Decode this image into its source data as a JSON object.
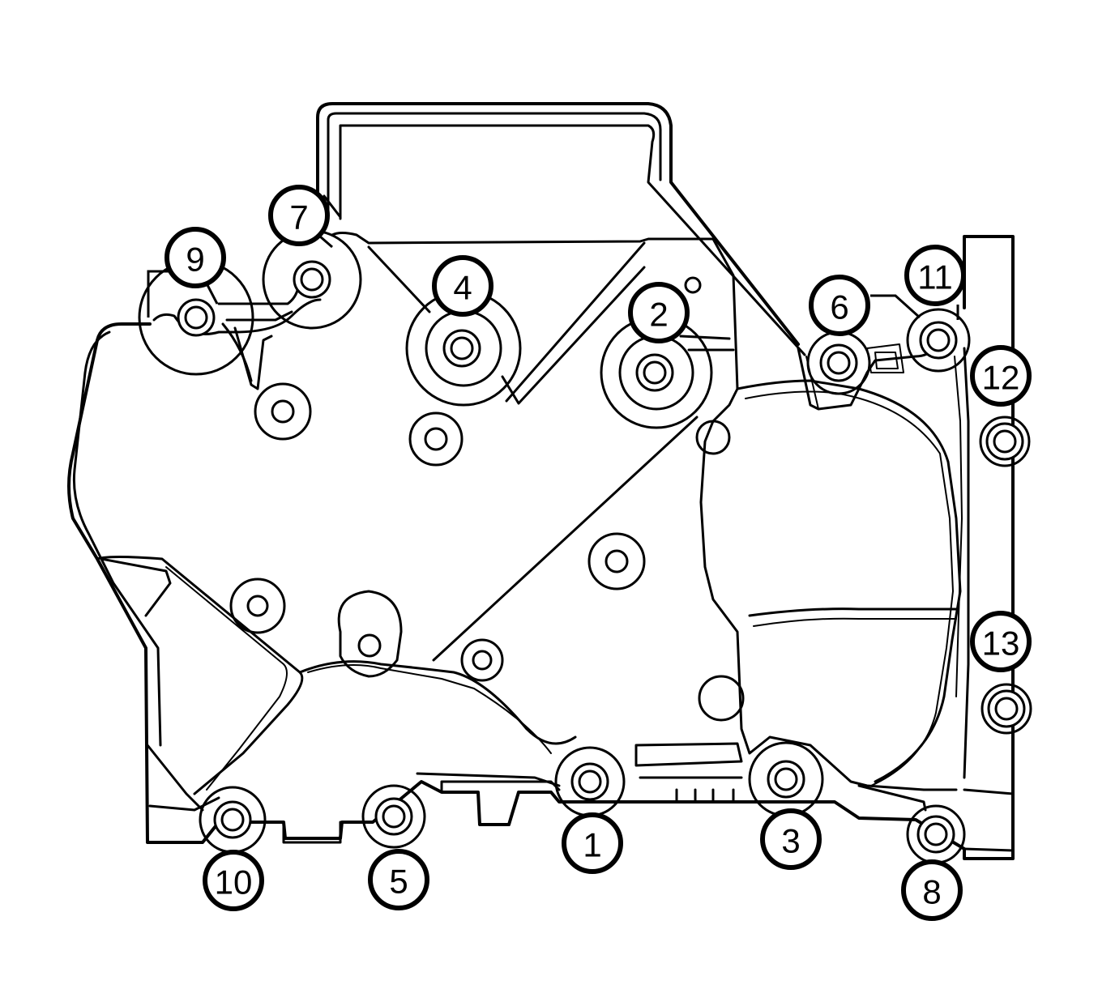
{
  "diagram": {
    "subject": "oil-pan-bolt-tightening-sequence",
    "callouts": [
      {
        "id": "c1",
        "label": "1"
      },
      {
        "id": "c2",
        "label": "2"
      },
      {
        "id": "c3",
        "label": "3"
      },
      {
        "id": "c4",
        "label": "4"
      },
      {
        "id": "c5",
        "label": "5"
      },
      {
        "id": "c6",
        "label": "6"
      },
      {
        "id": "c7",
        "label": "7"
      },
      {
        "id": "c8",
        "label": "8"
      },
      {
        "id": "c9",
        "label": "9"
      },
      {
        "id": "c10",
        "label": "10"
      },
      {
        "id": "c11",
        "label": "11"
      },
      {
        "id": "c12",
        "label": "12"
      },
      {
        "id": "c13",
        "label": "13"
      }
    ]
  }
}
